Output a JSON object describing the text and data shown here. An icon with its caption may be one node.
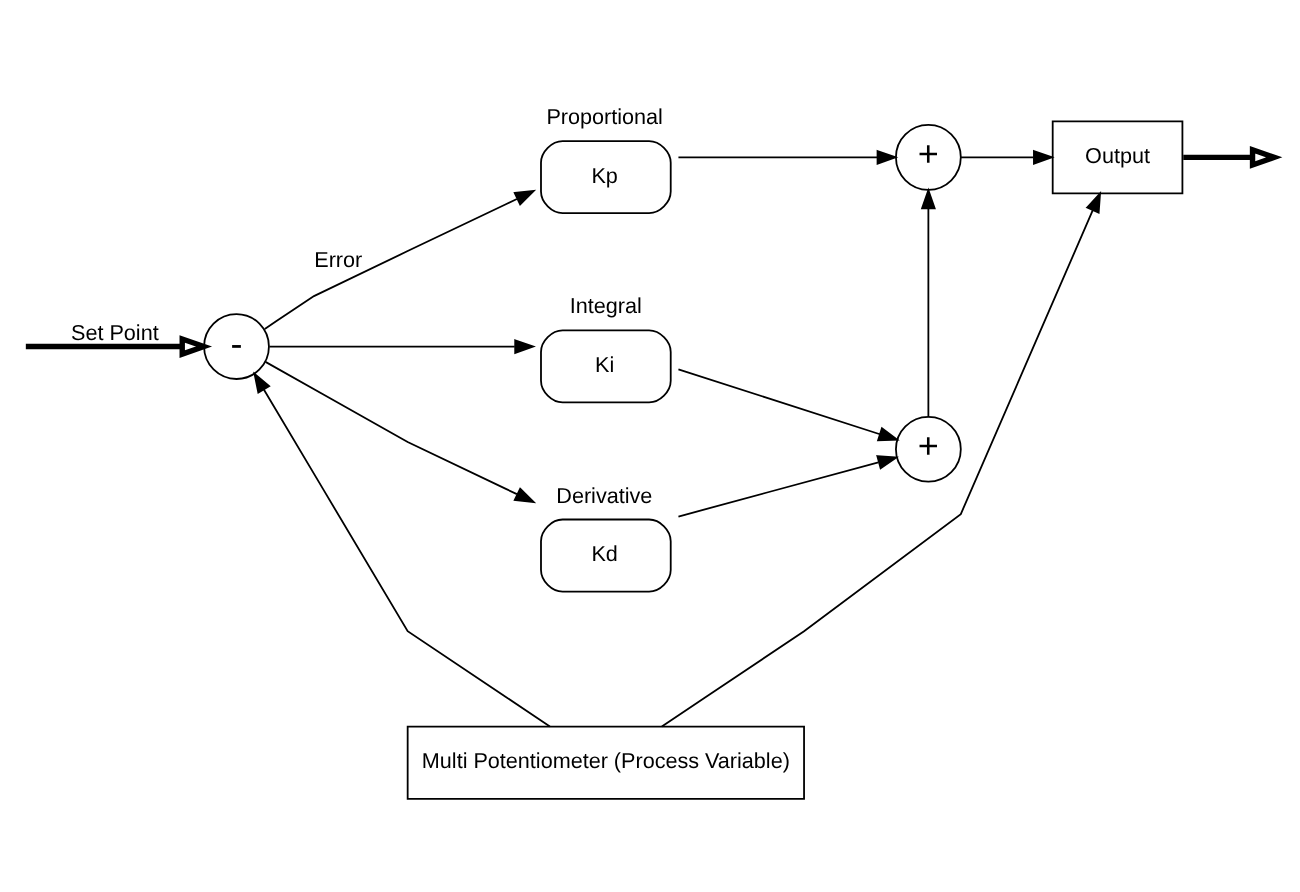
{
  "diagram": {
    "nodes": [
      {
        "text": [
          "-"
        ]
      },
      {
        "text": [
          "Kp"
        ],
        "beside": [
          "Proportional"
        ]
      },
      {
        "text": [
          "Ki"
        ],
        "beside": [
          "Integral"
        ]
      },
      {
        "text": [
          "Kd"
        ],
        "beside": [
          "Derivative"
        ]
      },
      {
        "text": [
          "+"
        ]
      },
      {
        "text": [
          "+"
        ]
      },
      {
        "text": [
          "Output"
        ]
      },
      {
        "text": [
          "Multi Potentiometer (Process Variable)"
        ]
      }
    ],
    "edges": [
      {
        "from": null,
        "to": 0,
        "arrow": "to",
        "style": "thick",
        "label": "Set Point"
      },
      {
        "from": 0,
        "to": 1,
        "arrow": "to",
        "label": "Error"
      },
      {
        "from": 0,
        "to": 2,
        "arrow": "to"
      },
      {
        "from": 0,
        "to": 3,
        "arrow": "to"
      },
      {
        "from": 1,
        "to": 4,
        "arrow": "to"
      },
      {
        "from": 2,
        "to": 5,
        "arrow": "to"
      },
      {
        "from": 3,
        "to": 5,
        "arrow": "to"
      },
      {
        "from": 5,
        "to": 4,
        "arrow": "to"
      },
      {
        "from": 4,
        "to": 6,
        "arrow": "to"
      },
      {
        "from": 6,
        "to": null,
        "arrow": "to",
        "style": "thick"
      },
      {
        "from": 7,
        "to": 6,
        "arrow": "to"
      },
      {
        "from": 7,
        "to": 0,
        "arrow": "to"
      }
    ]
  }
}
